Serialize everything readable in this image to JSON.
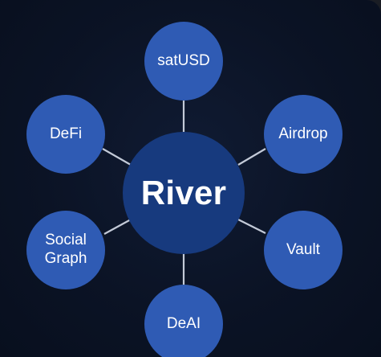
{
  "center": {
    "label": "River"
  },
  "nodes": {
    "top": "satUSD",
    "upper_left": "DeFi",
    "upper_right": "Airdrop",
    "lower_left": "Social\nGraph",
    "lower_right": "Vault",
    "bottom": "DeAI"
  },
  "colors": {
    "background": "#0b1325",
    "center_fill": "#173a7e",
    "node_fill": "#2f5bb4",
    "connector": "#c3cad8",
    "text": "#ffffff"
  }
}
